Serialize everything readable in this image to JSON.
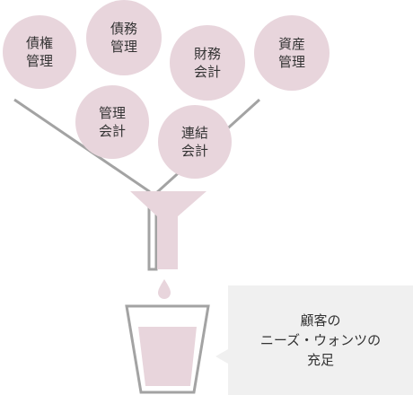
{
  "bubbles": [
    {
      "label": "債権\n管理"
    },
    {
      "label": "債務\n管理"
    },
    {
      "label": "財務\n会計"
    },
    {
      "label": "資産\n管理"
    },
    {
      "label": "管理\n会計"
    },
    {
      "label": "連結\n会計"
    }
  ],
  "result": {
    "label": "顧客の\nニーズ・ウォンツの\n充足"
  },
  "colors": {
    "bubble": "#e8d5dc",
    "funnel": "#e8d5dc",
    "liquid": "#e8d5dc",
    "outline": "#a3a3a3",
    "callout": "#f0f0f0"
  }
}
